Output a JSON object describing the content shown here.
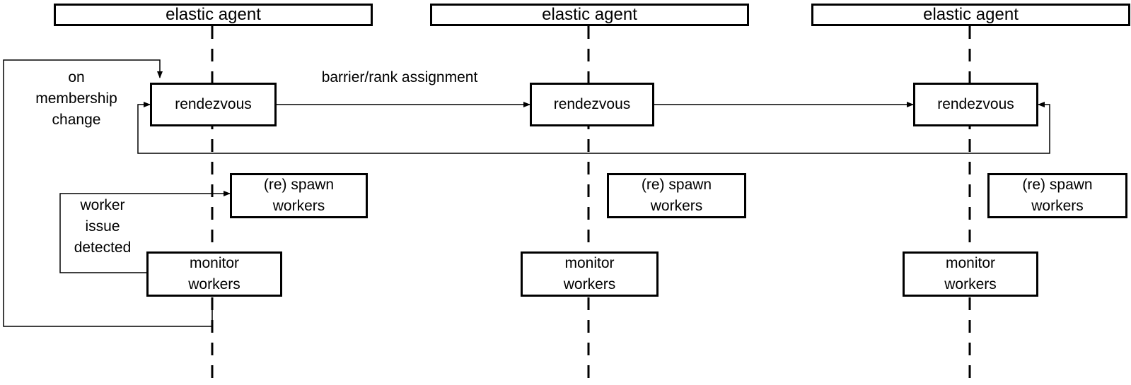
{
  "agents": [
    {
      "title": "elastic agent",
      "rendezvous": "rendezvous",
      "spawn": "(re) spawn\nworkers",
      "monitor": "monitor\nworkers"
    },
    {
      "title": "elastic agent",
      "rendezvous": "rendezvous",
      "spawn": "(re) spawn\nworkers",
      "monitor": "monitor\nworkers"
    },
    {
      "title": "elastic agent",
      "rendezvous": "rendezvous",
      "spawn": "(re) spawn\nworkers",
      "monitor": "monitor\nworkers"
    }
  ],
  "labels": {
    "membership_change": "on\nmembership\nchange",
    "barrier": "barrier/rank assignment",
    "worker_issue": "worker\nissue\ndetected"
  }
}
